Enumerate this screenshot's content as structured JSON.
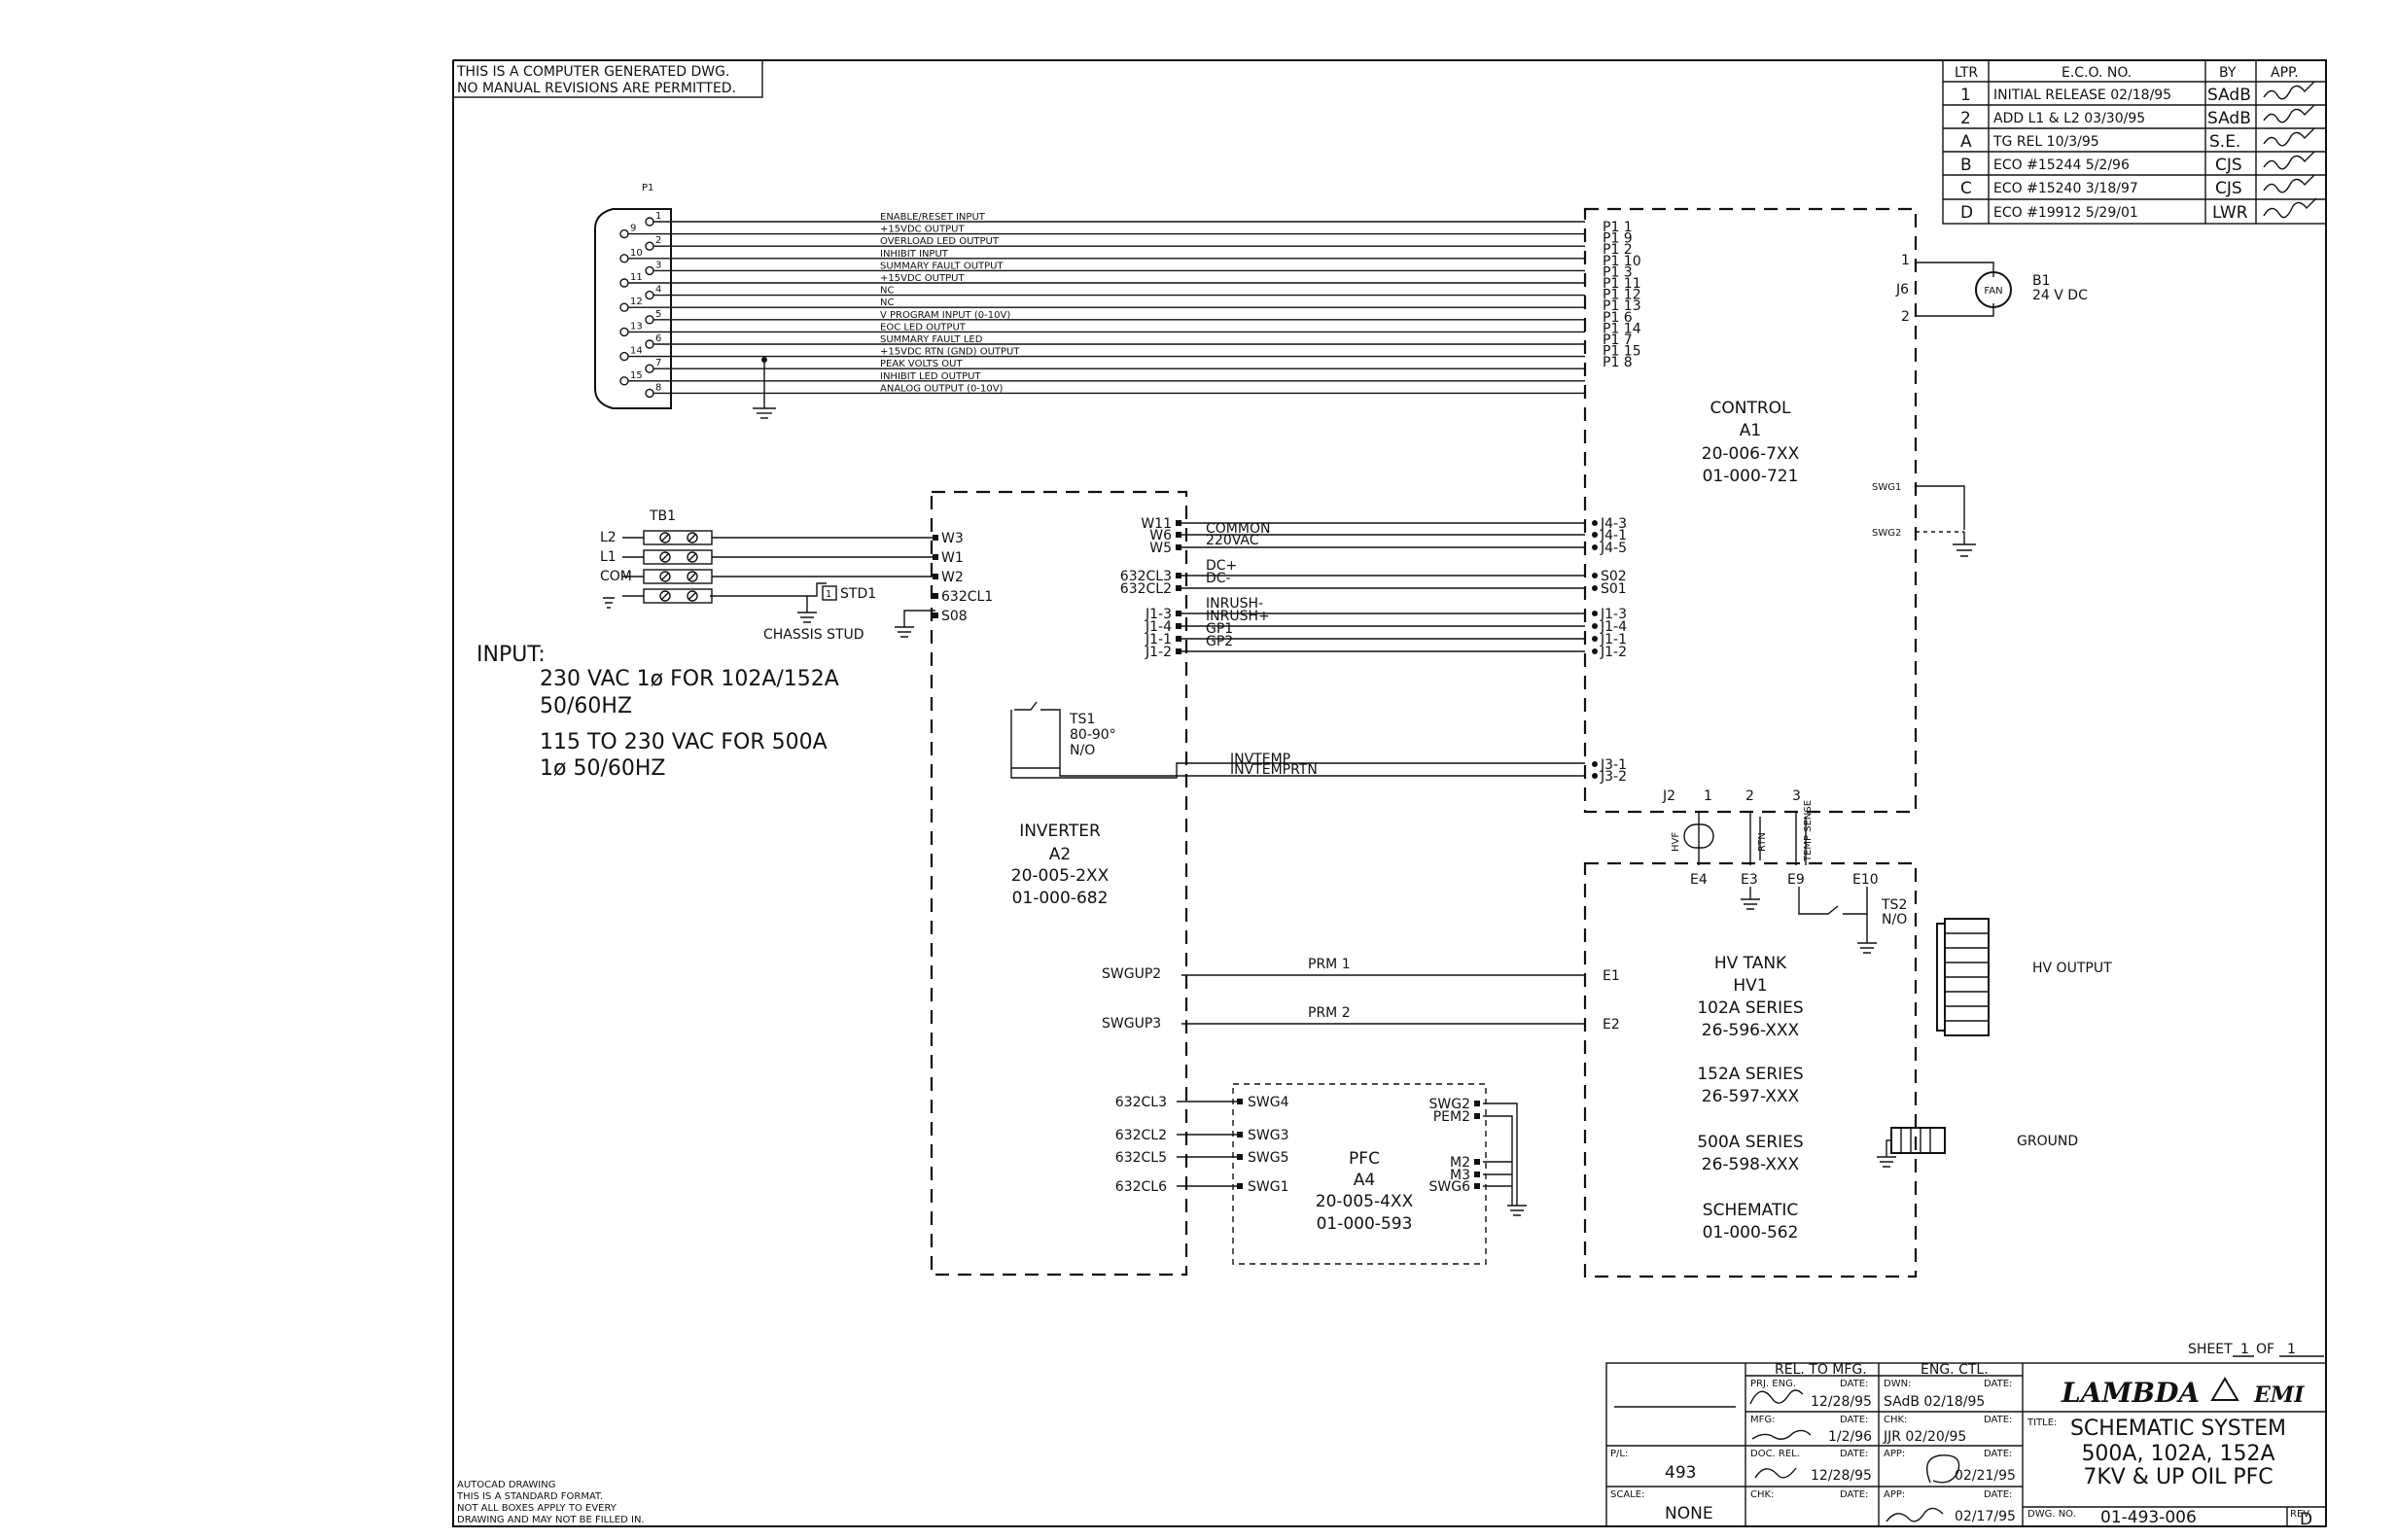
{
  "notice": [
    "THIS IS A COMPUTER GENERATED DWG.",
    "NO MANUAL REVISIONS ARE PERMITTED."
  ],
  "revisions": {
    "headers": [
      "LTR",
      "E.C.O. NO.",
      "BY",
      "APP."
    ],
    "rows": [
      {
        "ltr": "1",
        "eco": "INITIAL RELEASE 02/18/95",
        "by": "SAdB"
      },
      {
        "ltr": "2",
        "eco": "ADD L1 & L2 03/30/95",
        "by": "SAdB"
      },
      {
        "ltr": "A",
        "eco": "TG REL      10/3/95",
        "by": "S.E."
      },
      {
        "ltr": "B",
        "eco": "ECO #15244    5/2/96",
        "by": "CJS"
      },
      {
        "ltr": "C",
        "eco": "ECO #15240    3/18/97",
        "by": "CJS"
      },
      {
        "ltr": "D",
        "eco": "ECO #19912    5/29/01",
        "by": "LWR"
      }
    ]
  },
  "connector_p1": {
    "ref": "P1",
    "pin_numbers": [
      "1",
      "9",
      "2",
      "10",
      "3",
      "11",
      "4",
      "12",
      "5",
      "13",
      "6",
      "14",
      "7",
      "15",
      "8"
    ],
    "signals": [
      "ENABLE/RESET   INPUT",
      "+15VDC OUTPUT",
      "OVERLOAD LED    OUTPUT",
      "INHIBIT INPUT",
      "SUMMARY FAULT   OUTPUT",
      "+15VDC OUTPUT",
      "NC",
      "NC",
      "V PROGRAM INPUT (0-10V)",
      "EOC LED        OUTPUT",
      "SUMMARY FAULT  LED",
      "+15VDC RTN (GND) OUTPUT",
      "PEAK VOLTS OUT",
      "INHIBIT LED    OUTPUT",
      "ANALOG OUTPUT (0-10V)"
    ],
    "control_pins": [
      "P1  1",
      "P1  9",
      "P1  2",
      "P1  10",
      "P1  3",
      "P1  11",
      "P1  12",
      "P1  13",
      "P1  6",
      "P1  14",
      "P1  7",
      "P1  15",
      "P1  8"
    ]
  },
  "control": {
    "title": "CONTROL",
    "ref": "A1",
    "pn1": "20-006-7XX",
    "pn2": "01-000-721"
  },
  "fan": {
    "label": "FAN",
    "ref": "B1",
    "rating": "24 V DC",
    "conn": "J6",
    "pin1": "1",
    "pin2": "2"
  },
  "swg": [
    "SWG1",
    "SWG2"
  ],
  "tb1": {
    "ref": "TB1",
    "labels": [
      "L2",
      "L1",
      "COM"
    ],
    "stud_ref": "STD1",
    "stud_num": "1",
    "stud_label": "CHASSIS STUD"
  },
  "input_note": {
    "title": "INPUT:",
    "lines": [
      "230 VAC 1ø FOR 102A/152A",
      "50/60HZ",
      "115 TO 230 VAC FOR 500A",
      "1ø 50/60HZ"
    ]
  },
  "inverter": {
    "title": "INVERTER",
    "ref": "A2",
    "pn1": "20-005-2XX",
    "pn2": "01-000-682",
    "left_pins": [
      "W3",
      "W1",
      "W2",
      "632CL1",
      "S08"
    ],
    "right_pins": [
      "W11",
      "W6",
      "W5",
      "632CL3",
      "632CL2",
      "J1-3",
      "J1-4",
      "J1-1",
      "J1-2"
    ],
    "swgup": [
      "SWGUP2",
      "SWGUP3"
    ],
    "cl_pins": [
      "632CL3",
      "632CL2",
      "632CL5",
      "632CL6"
    ]
  },
  "wires": {
    "names": [
      "COMMON",
      "220VAC",
      "DC+",
      "DC-",
      "INRUSH-",
      "INRUSH+",
      "GP1",
      "GP2",
      "INVTEMP",
      "INVTEMPRTN"
    ],
    "control_pins": [
      "J4-3",
      "J4-1",
      "J4-5",
      "S02",
      "S01",
      "J1-3",
      "J1-4",
      "J1-1",
      "J1-2",
      "J3-1",
      "J3-2"
    ],
    "prm": [
      "PRM 1",
      "PRM 2"
    ],
    "hv_pins": [
      "E1",
      "E2"
    ]
  },
  "ts1": {
    "ref": "TS1",
    "temp": "80-90°",
    "state": "N/O"
  },
  "ts2": {
    "ref": "TS2",
    "state": "N/O"
  },
  "j2": {
    "ref": "J2",
    "nums": [
      "1",
      "2",
      "3"
    ],
    "labels": [
      "HVF",
      "RTN",
      "TEMP SENSE"
    ],
    "e_pins": [
      "E4",
      "E3",
      "E9",
      "E10"
    ]
  },
  "hv_tank": {
    "title": "HV TANK",
    "ref": "HV1",
    "s1": "102A SERIES",
    "p1": "26-596-XXX",
    "s2": "152A SERIES",
    "p2": "26-597-XXX",
    "s3": "500A SERIES",
    "p3": "26-598-XXX",
    "sch": "SCHEMATIC",
    "sch_pn": "01-000-562",
    "hv_output": "HV OUTPUT",
    "ground": "GROUND"
  },
  "pfc": {
    "title": "PFC",
    "ref": "A4",
    "pn1": "20-005-4XX",
    "pn2": "01-000-593",
    "left_pins": [
      "SWG4",
      "SWG3",
      "SWG5",
      "SWG1"
    ],
    "right_pins": [
      "SWG2",
      "PEM2",
      "M2",
      "M3",
      "SWG6"
    ]
  },
  "title_block": {
    "sheet": "SHEET",
    "sheet_no": "1",
    "of": "OF",
    "sheet_total": "1",
    "rel_mfg": "REL. TO MFG.",
    "eng_ctl": "ENG. CTL.",
    "prj_eng": "PRJ. ENG.",
    "mfg": "MFG:",
    "doc_rel": "DOC. REL.",
    "chk": "CHK:",
    "dwn": "DWN:",
    "app": "APP:",
    "date": "DATE:",
    "d1": "12/28/95",
    "d2": "1/2/96",
    "d3": "12/28/95",
    "dwn_val": "SAdB  02/18/95",
    "chk_val": "JJR   02/20/95",
    "eng_date": "02/21/95",
    "app_date": "02/17/95",
    "pl_label": "P/L:",
    "pl_val": "493",
    "scale_label": "SCALE:",
    "scale_val": "NONE",
    "company": "LAMBDA",
    "company2": "EMI",
    "title_label": "TITLE:",
    "title_lines": [
      "SCHEMATIC SYSTEM",
      "500A, 102A, 152A",
      "7KV & UP OIL PFC"
    ],
    "dwg_label": "DWG. NO.",
    "dwg_no": "01-493-006",
    "rev_label": "REV.",
    "rev": "D"
  },
  "autocad": [
    "AUTOCAD DRAWING",
    "THIS IS A STANDARD FORMAT.",
    "NOT ALL BOXES APPLY TO EVERY",
    "DRAWING AND MAY NOT BE FILLED IN."
  ]
}
